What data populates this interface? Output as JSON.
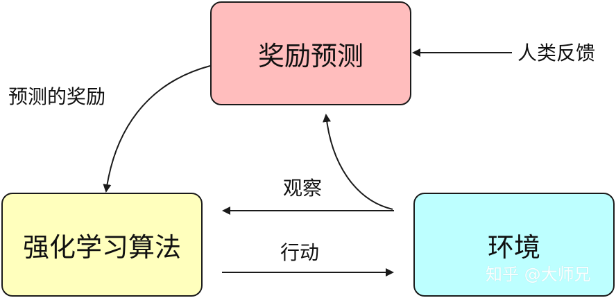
{
  "nodes": {
    "reward_prediction": "奖励预测",
    "rl_algorithm": "强化学习算法",
    "environment": "环境"
  },
  "labels": {
    "human_feedback": "人类反馈",
    "predicted_reward": "预测的奖励",
    "observation": "观察",
    "action": "行动"
  },
  "watermark": "知乎 @大师兄",
  "colors": {
    "reward_fill": "#ffbdbd",
    "rl_fill": "#ffffbd",
    "env_fill": "#bdffff",
    "stroke": "#1a1a1a"
  }
}
